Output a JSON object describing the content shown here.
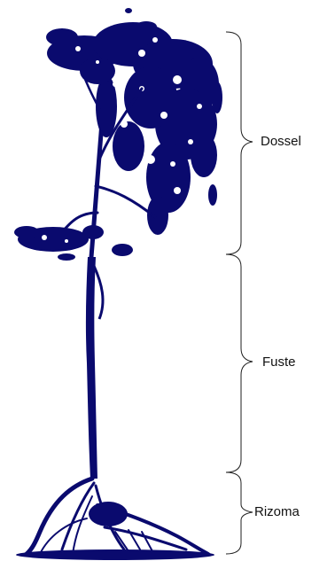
{
  "figure": {
    "tree_color": "#0a0a6e",
    "brace_color": "#1e1e1e",
    "sections": [
      {
        "label": "Dossel"
      },
      {
        "label": "Fuste"
      },
      {
        "label": "Rizoma"
      }
    ]
  }
}
